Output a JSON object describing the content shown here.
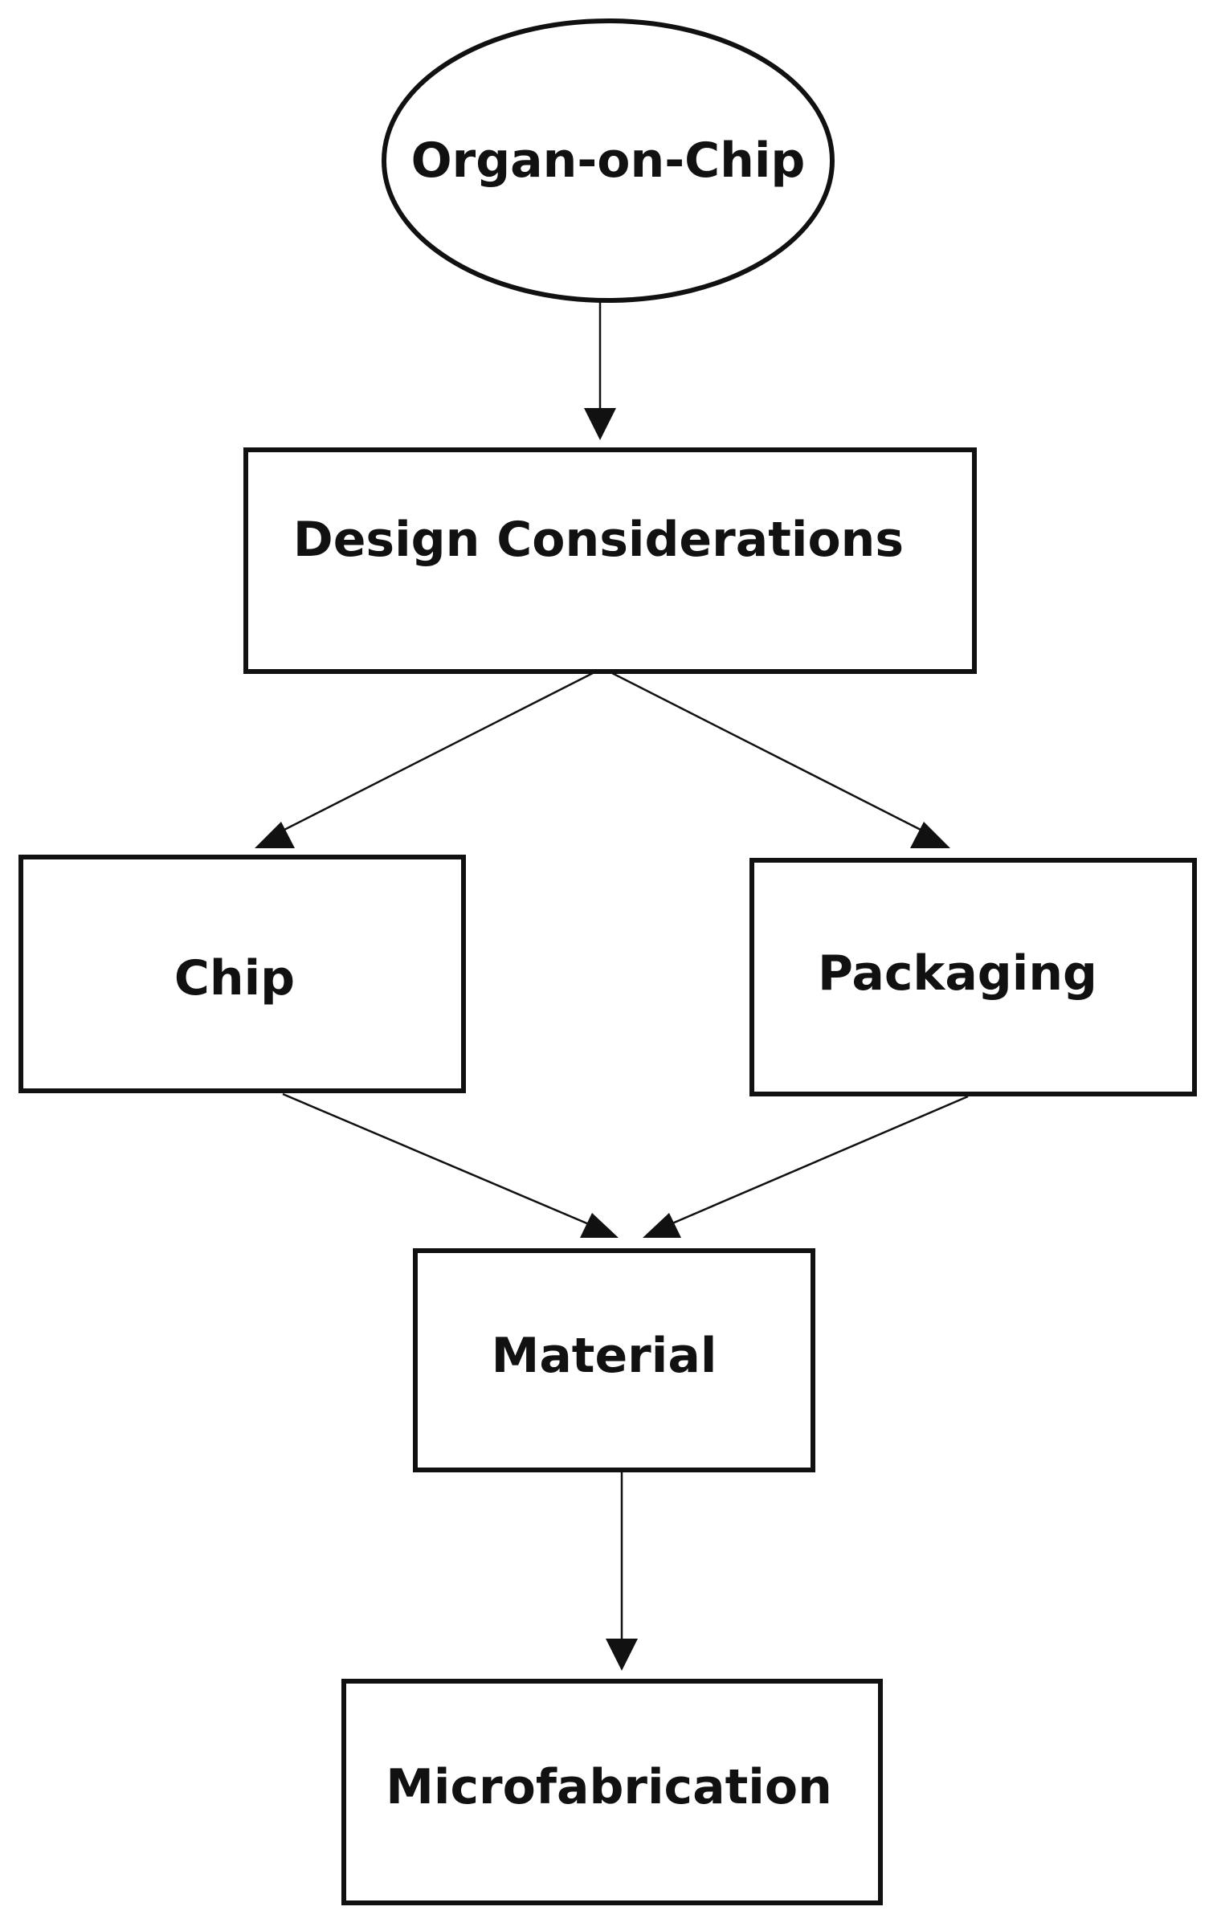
{
  "nodes": {
    "organ_on_chip": "Organ-on-Chip",
    "design_considerations": "Design Considerations",
    "chip": "Chip",
    "packaging": "Packaging",
    "material": "Material",
    "microfabrication": "Microfabrication"
  },
  "colors": {
    "stroke": "#111111",
    "background": "#ffffff"
  }
}
